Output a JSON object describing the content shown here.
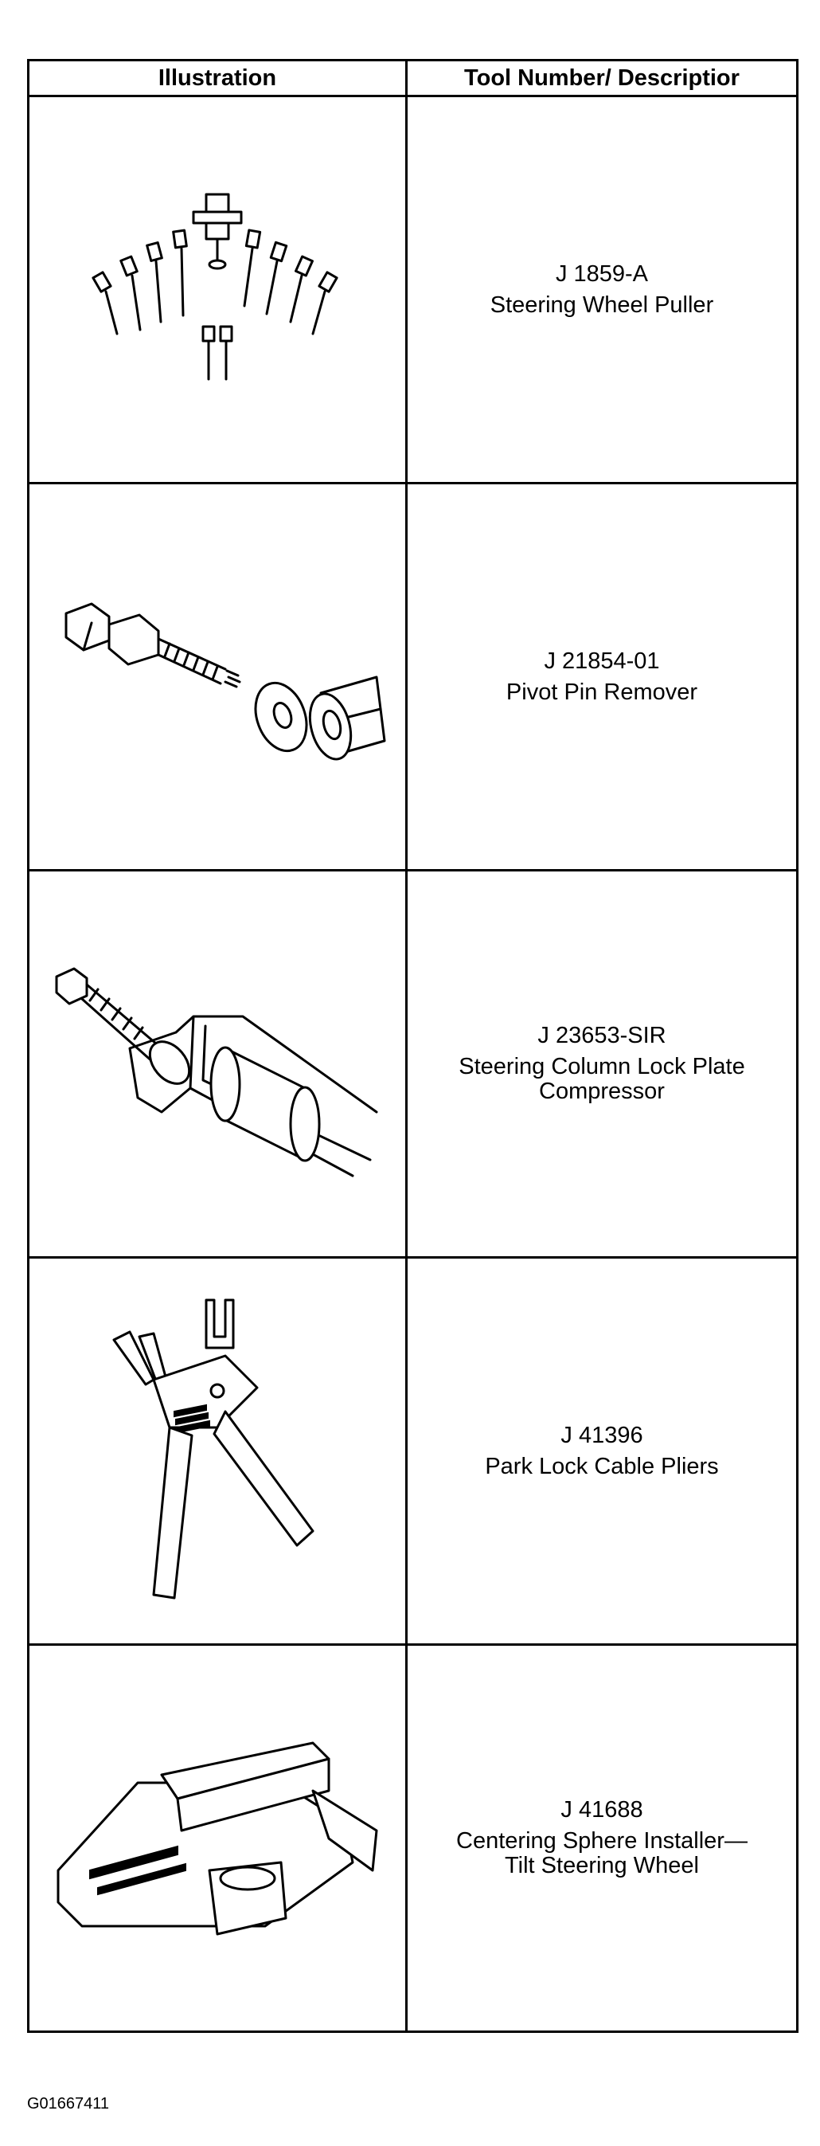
{
  "table": {
    "headers": {
      "illustration": "Illustration",
      "description": "Tool Number/ Descriptior"
    },
    "rows": [
      {
        "number": "J 1859-A",
        "name": "Steering Wheel Puller",
        "icon": "steering-wheel-puller-icon"
      },
      {
        "number": "J 21854-01",
        "name": "Pivot Pin Remover",
        "icon": "pivot-pin-remover-icon"
      },
      {
        "number": "J 23653-SIR",
        "name": "Steering Column Lock Plate\nCompressor",
        "icon": "lock-plate-compressor-icon"
      },
      {
        "number": "J 41396",
        "name": "Park Lock Cable Pliers",
        "icon": "cable-pliers-icon"
      },
      {
        "number": "J 41688",
        "name": "Centering Sphere Installer—\nTilt Steering Wheel",
        "icon": "centering-sphere-installer-icon"
      }
    ]
  },
  "figure_id": "G01667411"
}
